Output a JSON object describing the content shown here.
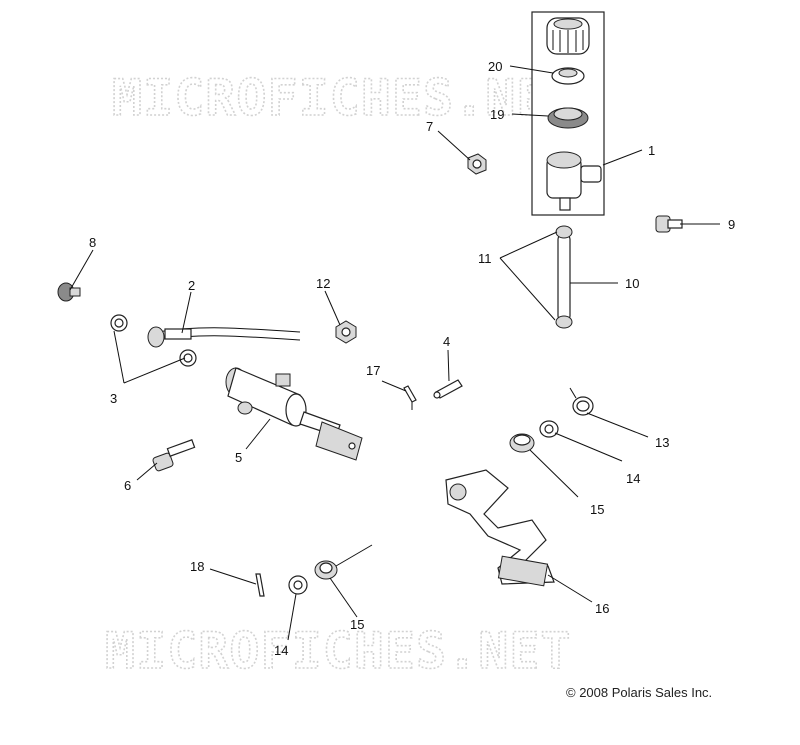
{
  "watermark": {
    "top": "MICROFICHES.NET",
    "bottom": "MICROFICHES.NET"
  },
  "copyright": "© 2008 Polaris Sales Inc.",
  "callouts": {
    "c1": "1",
    "c2": "2",
    "c3": "3",
    "c4": "4",
    "c5": "5",
    "c6": "6",
    "c7": "7",
    "c8": "8",
    "c9": "9",
    "c10": "10",
    "c11": "11",
    "c12": "12",
    "c13": "13",
    "c14a": "14",
    "c14b": "14",
    "c15a": "15",
    "c15b": "15",
    "c16": "16",
    "c17": "17",
    "c18": "18",
    "c19": "19",
    "c20": "20"
  },
  "icons": {
    "reservoir-cap": "reservoir-cap-icon",
    "diaphragm": "diaphragm-icon",
    "seal": "seal-icon",
    "master-cylinder": "master-cylinder-icon",
    "nut": "nut-icon",
    "bolt": "bolt-icon",
    "hose": "hose-icon",
    "clamp": "clamp-icon",
    "banjo-bolt": "banjo-bolt-icon",
    "washer": "washer-icon",
    "pin": "pin-icon",
    "cotter-pin": "cotter-pin-icon",
    "spring": "spring-icon",
    "bushing": "bushing-icon",
    "brake-pedal": "brake-pedal-icon"
  }
}
